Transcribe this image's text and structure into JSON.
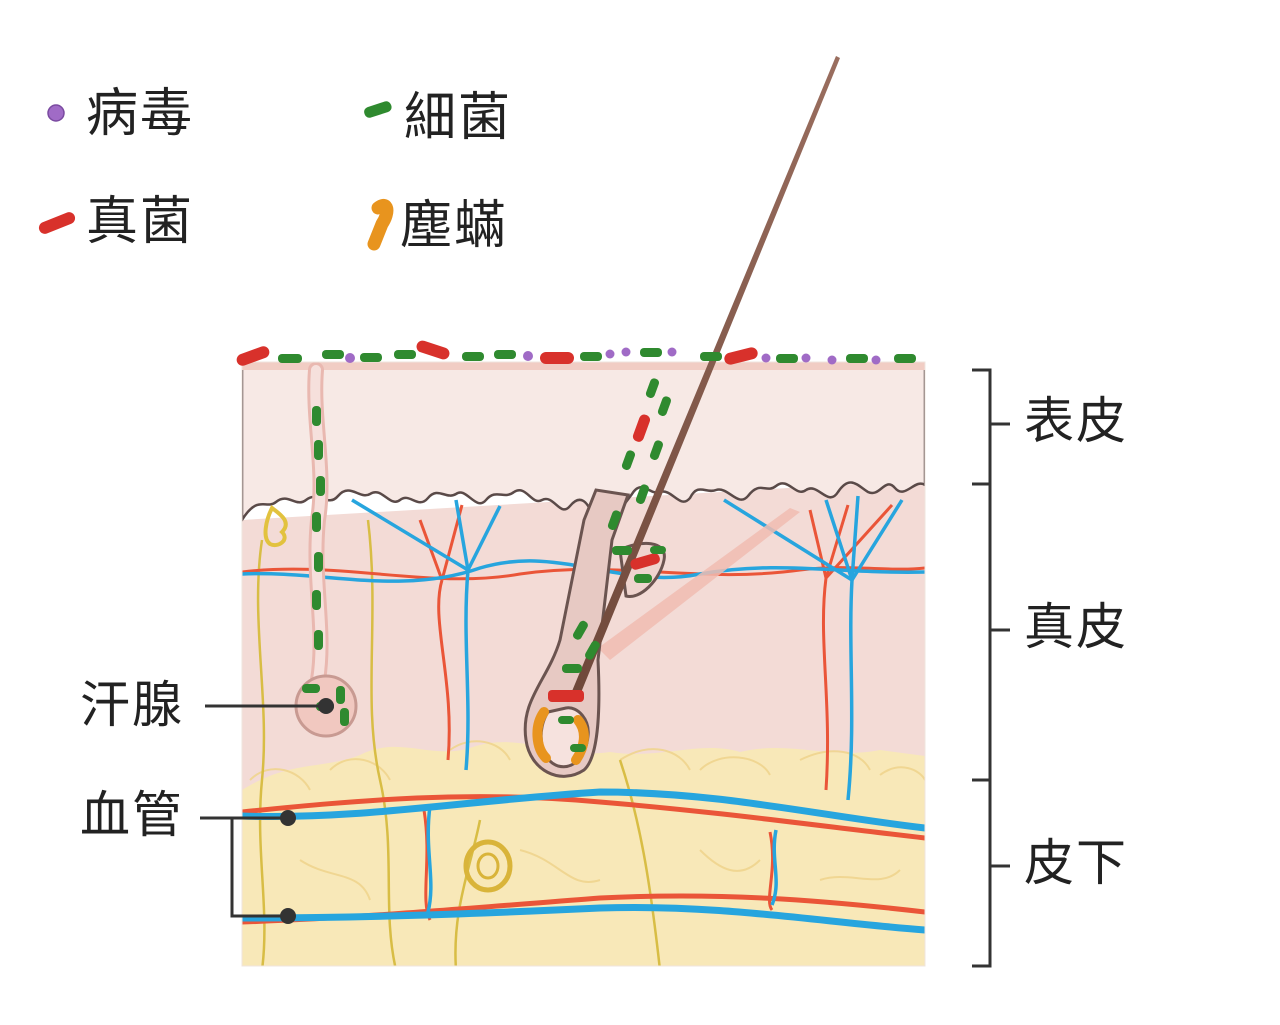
{
  "legend": {
    "virus": {
      "label": "病毒",
      "color": "#a06bc6"
    },
    "bacteria": {
      "label": "細菌",
      "color": "#2f8a2f"
    },
    "fungi": {
      "label": "真菌",
      "color": "#d8312b"
    },
    "mites": {
      "label": "塵蟎",
      "color": "#e8941e"
    }
  },
  "layers": {
    "epidermis": "表皮",
    "dermis": "真皮",
    "subcutis": "皮下"
  },
  "callouts": {
    "sweat_gland": "汗腺",
    "blood_vessel": "血管"
  },
  "colors": {
    "epidermis": "#f6e6e1",
    "dermis": "#f4dcd8",
    "fat": "#f8e8b4",
    "artery": "#e8513a",
    "vein": "#2aa6de",
    "nerve": "#d7b93b",
    "hair": "#7a5346"
  }
}
